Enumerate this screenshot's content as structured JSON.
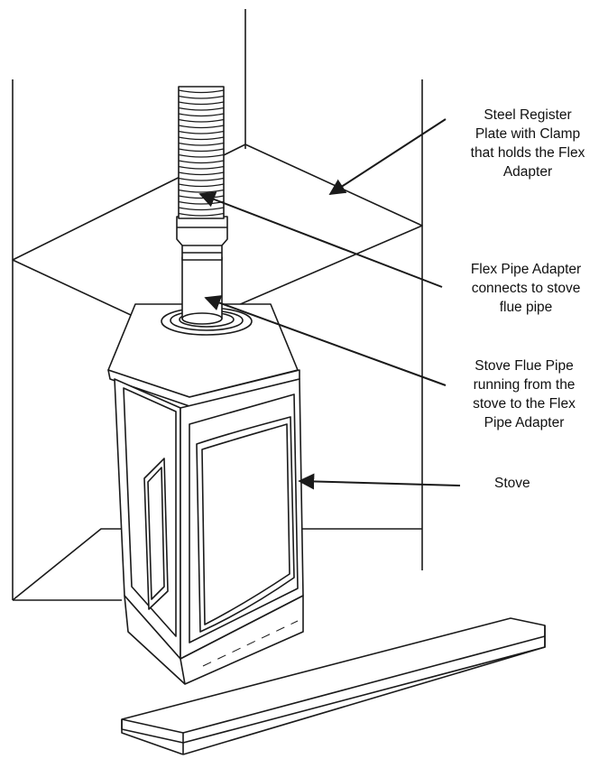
{
  "colors": {
    "line": "#1a1a1a",
    "stove_fill": "#ffffff",
    "background": "#ffffff"
  },
  "labels": {
    "register_plate": "Steel Register\nPlate with Clamp\nthat holds the Flex\nAdapter",
    "flex_adapter": "Flex Pipe Adapter\nconnects to stove\nflue pipe",
    "stove_flue_pipe": "Stove Flue Pipe\nrunning from the\nstove to the Flex\nPipe Adapter",
    "stove": "Stove"
  }
}
